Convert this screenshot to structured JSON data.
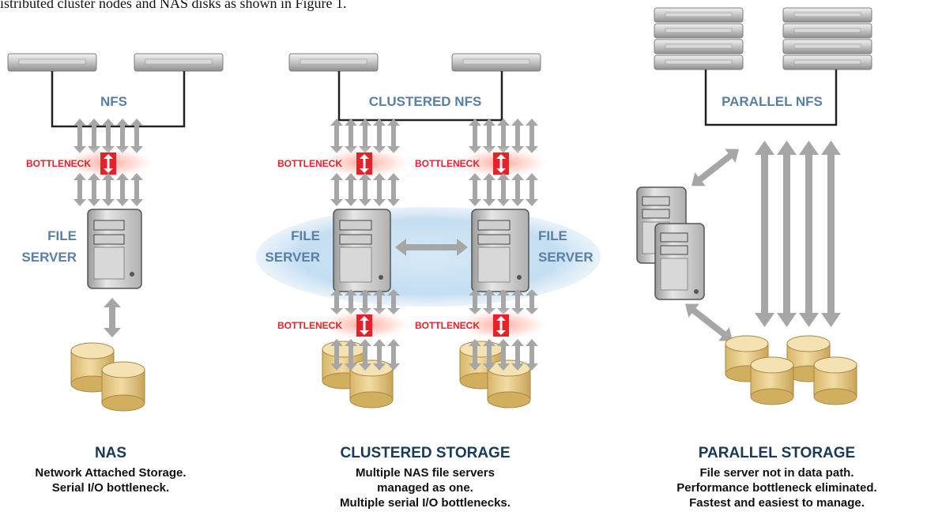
{
  "intro_text": "istributed cluster nodes and NAS disks as shown  in Figure 1.",
  "labels": {
    "nfs": "NFS",
    "clustered_nfs": "CLUSTERED NFS",
    "parallel_nfs": "PARALLEL NFS",
    "bottleneck": "BOTTLENECK",
    "file": "FILE",
    "server": "SERVER"
  },
  "captions": {
    "nas": {
      "title": "NAS",
      "line1": "Network Attached Storage.",
      "line2": "Serial I/O bottleneck."
    },
    "clustered": {
      "title": "CLUSTERED STORAGE",
      "line1": "Multiple NAS file servers",
      "line2": "managed as one.",
      "line3": "Multiple serial I/O bottlenecks."
    },
    "parallel": {
      "title": "PARALLEL STORAGE",
      "line1": "File server not in data path.",
      "line2": "Performance bottleneck eliminated.",
      "line3": "Fastest and easiest to manage."
    }
  },
  "colors": {
    "label_blue": "#5a7fa5",
    "caption_navy": "#173a5c",
    "bottleneck_red": "#e8202a",
    "arrow_gray": "#a6a6a6",
    "disk_tan": "#e9cf8f",
    "cluster_halo": "#c7e0f3"
  },
  "icons": [
    "rack-server-icon",
    "file-server-tower-icon",
    "disk-cylinder-icon",
    "double-arrow-icon"
  ]
}
